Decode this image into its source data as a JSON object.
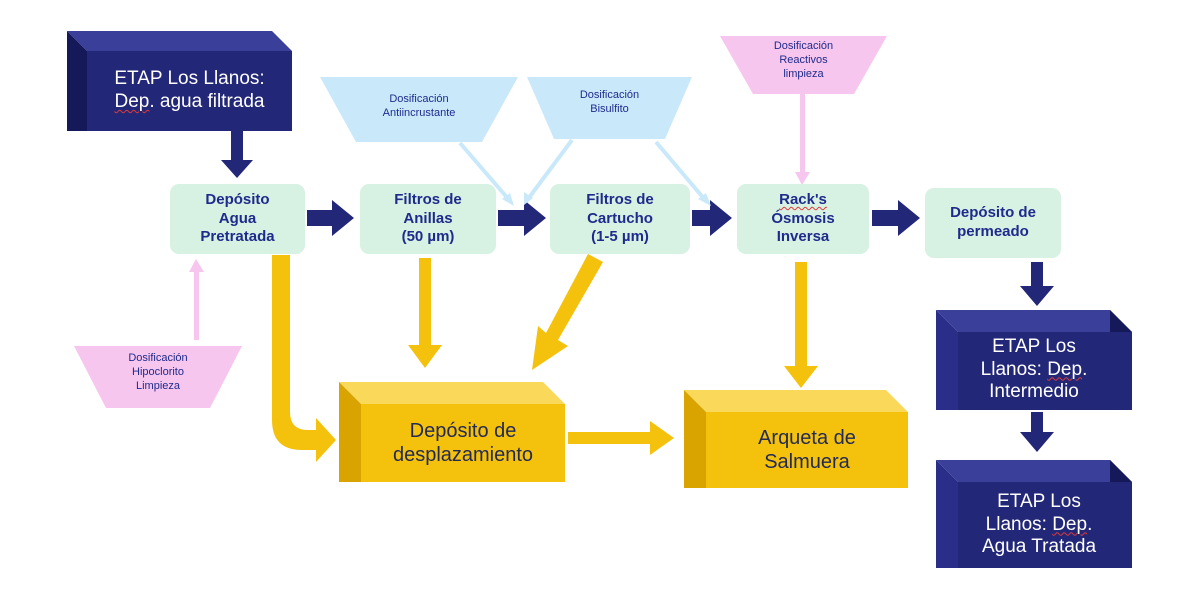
{
  "colors": {
    "navy": "#232777",
    "navy_top": "#3a3f9a",
    "navy_side": "#15195a",
    "process": "#d7f1e3",
    "process_text": "#1e2b8c",
    "gold": "#f4c20d",
    "gold_top": "#f9d85a",
    "gold_side": "#d9a300",
    "pink": "#f7c6ee",
    "light_blue": "#c9e9fb"
  },
  "sources": {
    "etap_filtrada": {
      "line1": "ETAP Los Llanos:",
      "line2_underlined": "Dep",
      "line2_rest": ". agua filtrada"
    },
    "etap_intermedio": {
      "line1": "ETAP Los",
      "line2_pre": "Llanos: ",
      "line2_underlined": "Dep",
      "line2_post": ".",
      "line3": "Intermedio"
    },
    "etap_tratada": {
      "line1": "ETAP Los",
      "line2_pre": "Llanos: ",
      "line2_underlined": "Dep",
      "line2_post": ".",
      "line3": "Agua Tratada"
    }
  },
  "process": {
    "deposito_pretratada": [
      "Depósito",
      "Agua",
      "Pretratada"
    ],
    "filtros_anillas": [
      "Filtros de",
      "Anillas",
      "(50 µm)"
    ],
    "filtros_cartucho": [
      "Filtros de",
      "Cartucho",
      "(1-5 µm)"
    ],
    "racks": {
      "line1": "Rack's",
      "line2": "Ósmosis",
      "line3": "Inversa"
    },
    "deposito_permeado": [
      "Depósito de",
      "permeado"
    ]
  },
  "dosing": {
    "antiincrustante": [
      "Dosificación",
      "Antiincrustante"
    ],
    "bisulfito": [
      "Dosificación",
      "Bisulfito"
    ],
    "reactivos": [
      "Dosificación",
      "Reactivos",
      "limpieza"
    ],
    "hipoclorito": [
      "Dosificación",
      "Hipoclorito",
      "Limpieza"
    ]
  },
  "waste": {
    "desplazamiento": [
      "Depósito de",
      "desplazamiento"
    ],
    "salmuera": [
      "Arqueta de",
      "Salmuera"
    ]
  }
}
